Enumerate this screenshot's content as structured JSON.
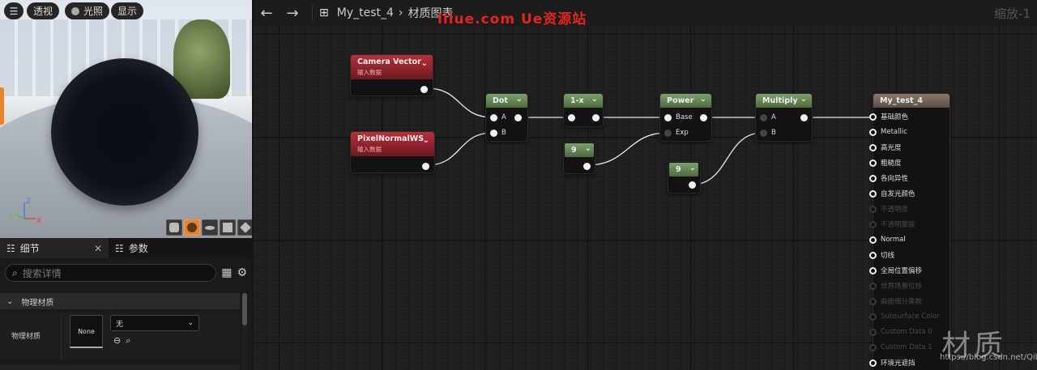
{
  "viewport": {
    "pills": [
      "透视",
      "光照",
      "显示"
    ],
    "axes": {
      "z": "Z",
      "x": "X",
      "y": "Y"
    },
    "shapes": [
      "cylinder-icon",
      "sphere-icon",
      "plane-icon",
      "cube-icon",
      "custom-mesh-icon"
    ]
  },
  "details": {
    "tabs": [
      {
        "label": "细节",
        "icon": "sliders-icon",
        "closable": true
      },
      {
        "label": "参数",
        "icon": "sliders-icon"
      }
    ],
    "search_placeholder": "搜索详情",
    "section": "物理材质",
    "row_label": "物理材质",
    "thumb_text": "None",
    "combo_value": "无"
  },
  "graph": {
    "breadcrumb": {
      "asset": "My_test_4",
      "page": "材质图表"
    },
    "zoom": "缩放-1",
    "watermark_top": "lllue.com Ue资源站",
    "watermark_big": "材质",
    "watermark_url": "https://blog.csdn.net/Qiblank",
    "nodes": {
      "camera": {
        "title": "Camera Vector",
        "sub": "输入数据"
      },
      "pixel": {
        "title": "PixelNormalWS",
        "sub": "输入数据"
      },
      "dot": {
        "title": "Dot",
        "a": "A",
        "b": "B"
      },
      "oneminus": {
        "title": "1-x"
      },
      "power": {
        "title": "Power",
        "base": "Base",
        "exp": "Exp"
      },
      "multiply": {
        "title": "Multiply",
        "a": "A",
        "b": "B"
      },
      "const1": {
        "title": "9"
      },
      "const2": {
        "title": "9"
      },
      "result": {
        "title": "My_test_4"
      }
    },
    "outputs": [
      {
        "label": "基础颜色",
        "enabled": true
      },
      {
        "label": "Metallic",
        "enabled": true
      },
      {
        "label": "高光度",
        "enabled": true
      },
      {
        "label": "粗糙度",
        "enabled": true
      },
      {
        "label": "各向异性",
        "enabled": true
      },
      {
        "label": "自发光颜色",
        "enabled": true
      },
      {
        "label": "不透明度",
        "enabled": false
      },
      {
        "label": "不透明蒙版",
        "enabled": false
      },
      {
        "label": "Normal",
        "enabled": true
      },
      {
        "label": "切线",
        "enabled": true
      },
      {
        "label": "全局位置偏移",
        "enabled": true
      },
      {
        "label": "世界场景位移",
        "enabled": false
      },
      {
        "label": "曲面细分乘数",
        "enabled": false
      },
      {
        "label": "Subsurface Color",
        "enabled": false
      },
      {
        "label": "Custom Data 0",
        "enabled": false
      },
      {
        "label": "Custom Data 1",
        "enabled": false
      },
      {
        "label": "环境光遮挡",
        "enabled": true
      }
    ]
  }
}
